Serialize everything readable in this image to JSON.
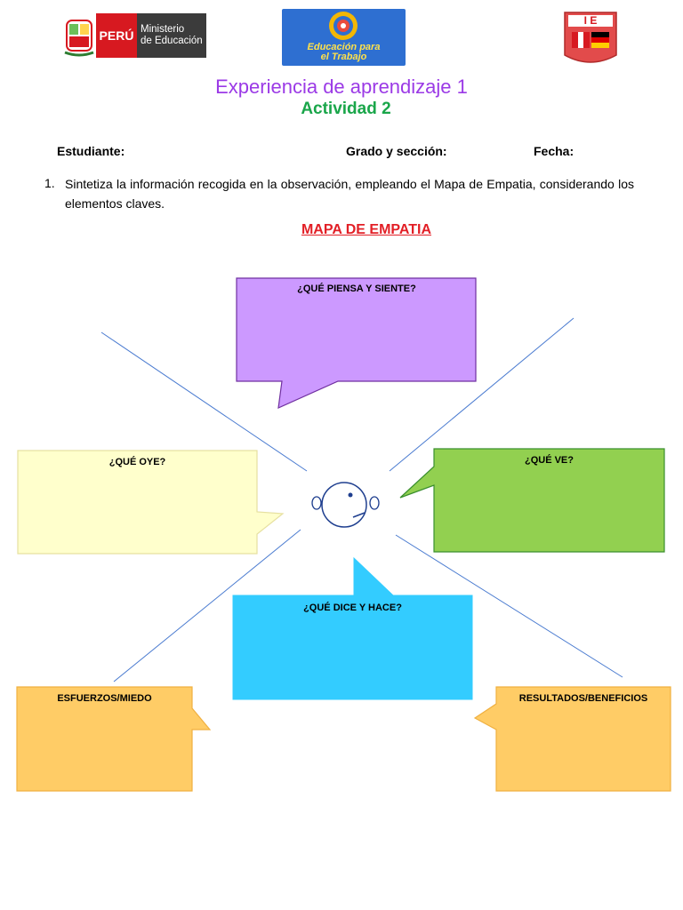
{
  "header": {
    "minedu_country": "PERÚ",
    "minedu_ministry_line1": "Ministerio",
    "minedu_ministry_line2": "de Educación",
    "ept_logo_line1": "Educación para",
    "ept_logo_line2": "el Trabajo",
    "school_logo_letters": "I E"
  },
  "title": "Experiencia de aprendizaje 1",
  "subtitle": "Actividad 2",
  "fields": {
    "student": "Estudiante:",
    "grade": "Grado y sección:",
    "date": "Fecha:"
  },
  "instruction": {
    "number": "1.",
    "text": "Sintetiza la información recogida en la observación, empleando el Mapa de Empatia, considerando los elementos claves."
  },
  "map_title": "MAPA DE EMPATIA",
  "boxes": {
    "piensa": {
      "label": "¿QUÉ PIENSA Y SIENTE?",
      "color": "#cc99ff"
    },
    "oye": {
      "label": "¿QUÉ OYE?",
      "color": "#ffffcc"
    },
    "ve": {
      "label": "¿QUÉ VE?",
      "color": "#92d050"
    },
    "dice": {
      "label": "¿QUÉ DICE Y HACE?",
      "color": "#33ccff"
    },
    "esfuerzos": {
      "label": "ESFUERZOS/MIEDO",
      "color": "#ffcc66"
    },
    "resultados": {
      "label": "RESULTADOS/BENEFICIOS",
      "color": "#ffcc66"
    }
  }
}
